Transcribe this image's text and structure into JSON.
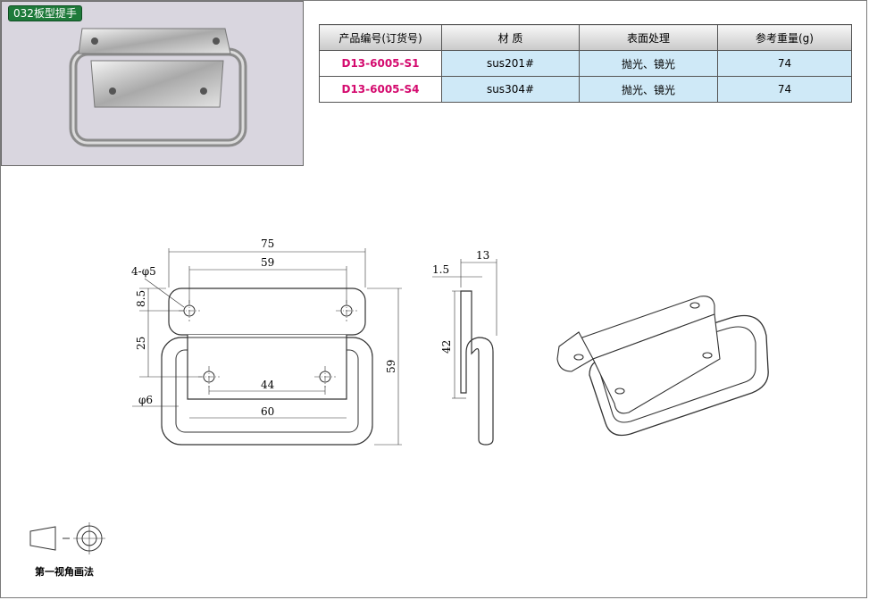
{
  "photo": {
    "label": "032板型提手"
  },
  "spec_table": {
    "headers": [
      "产品编号(订货号)",
      "材 质",
      "表面处理",
      "参考重量(g)"
    ],
    "rows": [
      {
        "code": "D13-6005-S1",
        "material": "sus201#",
        "finish": "抛光、镜光",
        "weight": "74"
      },
      {
        "code": "D13-6005-S4",
        "material": "sus304#",
        "finish": "抛光、镜光",
        "weight": "74"
      }
    ]
  },
  "drawing": {
    "dim_75": "75",
    "dim_59_top": "59",
    "dim_4phi5": "4-φ5",
    "dim_8_5": "8.5",
    "dim_25": "25",
    "dim_44": "44",
    "dim_phi6": "φ6",
    "dim_60": "60",
    "dim_59_height": "59",
    "dim_13": "13",
    "dim_1_5": "1.5",
    "dim_42": "42"
  },
  "projection": {
    "label": "第一视角画法"
  },
  "colors": {
    "label_green": "#1e7a3a",
    "code_magenta": "#d40a6e",
    "cell_blue": "#cfe9f7"
  }
}
